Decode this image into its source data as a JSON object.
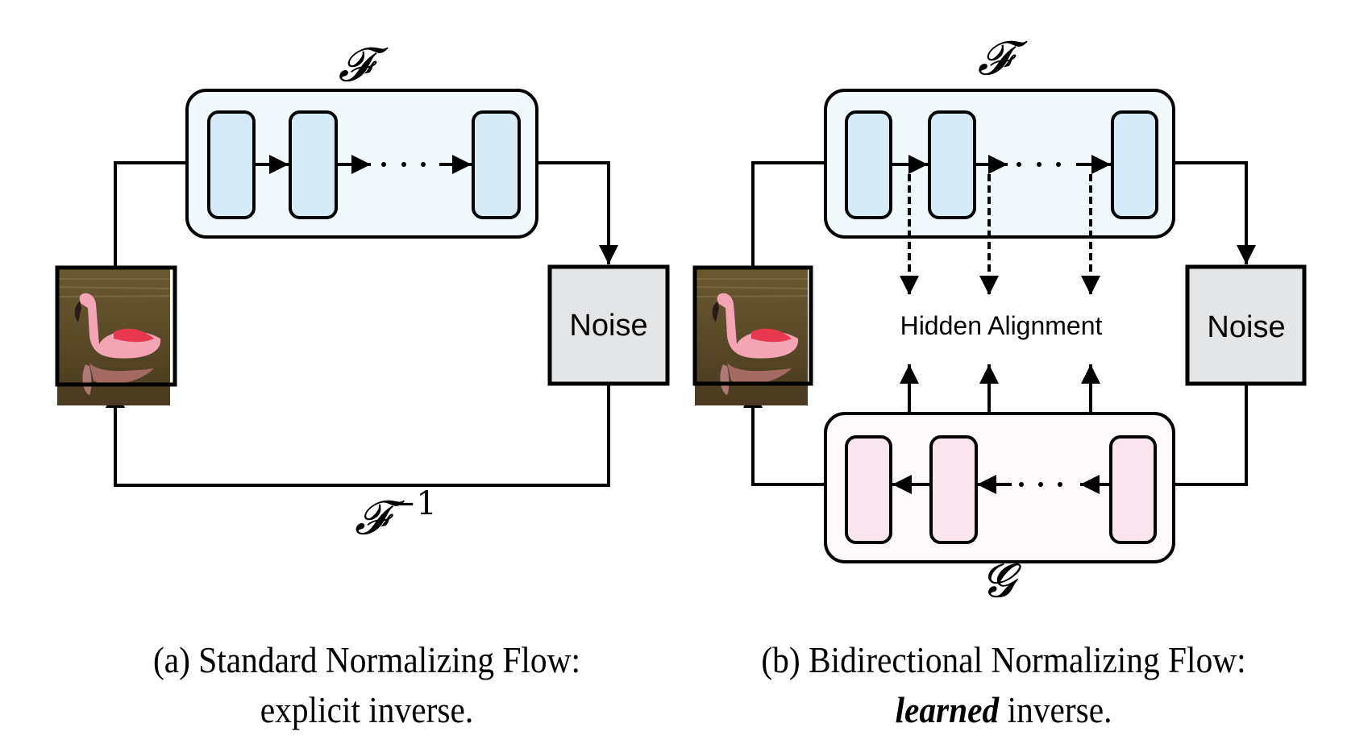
{
  "panel_a": {
    "forward_label": "𝓕",
    "inverse_label": "𝓕",
    "inverse_superscript": "−1",
    "noise_label": "Noise",
    "image_alt": "flamingo image",
    "caption_line1": "(a) Standard Normalizing Flow:",
    "caption_line2": "explicit inverse."
  },
  "panel_b": {
    "forward_label": "𝓕",
    "inverse_label": "𝓖",
    "noise_label": "Noise",
    "alignment_label": "Hidden Alignment",
    "image_alt": "flamingo image",
    "caption_line1": "(b) Bidirectional Normalizing Flow:",
    "caption_line2_emph": "learned",
    "caption_line2_rest": " inverse."
  },
  "colors": {
    "forward_container": "#f2f9fc",
    "forward_block": "#d5ebf7",
    "inverse_container": "#fdf8fa",
    "inverse_block": "#fbe6ef",
    "noise_fill": "#e4e5e7",
    "stroke": "#000000"
  }
}
